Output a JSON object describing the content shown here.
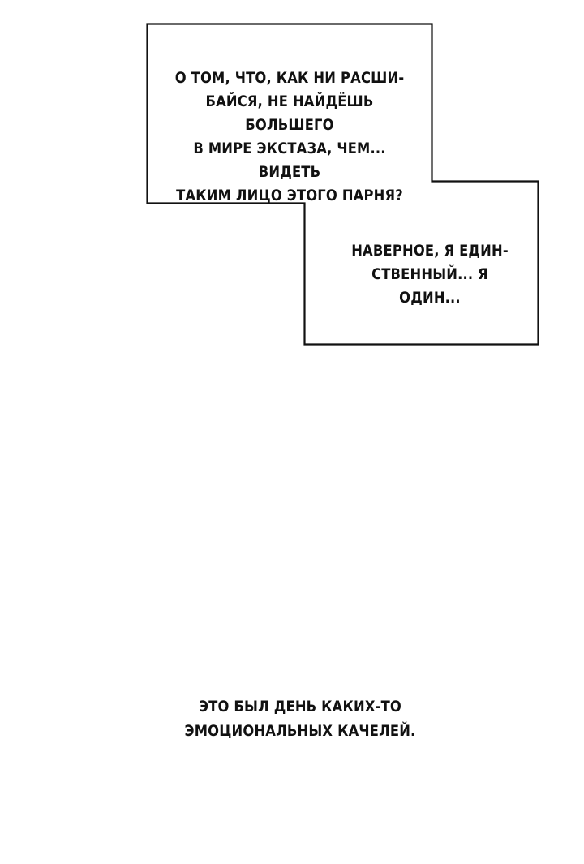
{
  "panel": {
    "narration_box": {
      "line_1": "О ТОМ, ЧТО, КАК НИ РАСШИ-\nБАЙСЯ, НЕ НАЙДЁШЬ БОЛЬШЕГО\nВ МИРЕ ЭКСТАЗА, ЧЕМ... ВИДЕТЬ\nТАКИМ ЛИЦО ЭТОГО ПАРНЯ?",
      "line_2": "НАВЕРНОЕ, Я ЕДИН-\nСТВЕННЫЙ... Я ОДИН..."
    },
    "bottom_caption": "ЭТО БЫЛ ДЕНЬ КАКИХ-ТО\nЭМОЦИОНАЛЬНЫХ КАЧЕЛЕЙ."
  },
  "colors": {
    "background": "#ffffff",
    "ink": "#111111"
  }
}
